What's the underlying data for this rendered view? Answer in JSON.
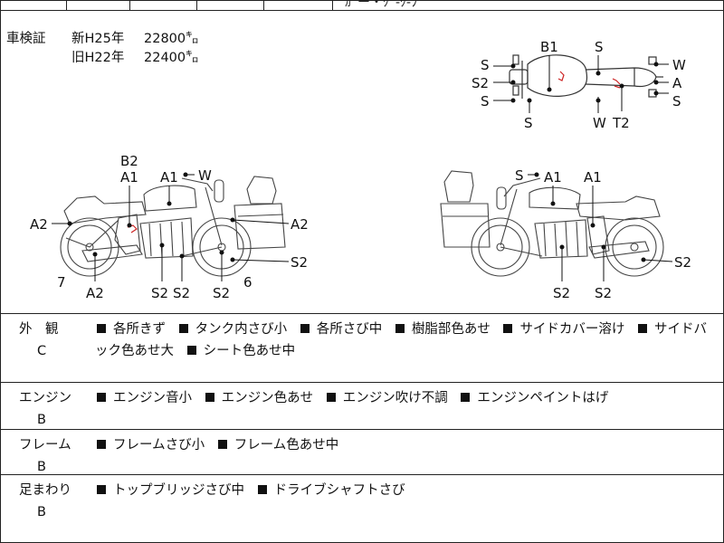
{
  "top_fragment": "ｶﾞー・ｸﾞ-ｸ-ﾌﾞ",
  "inspection": {
    "label": "車検証",
    "rows": [
      {
        "label": "車検証",
        "year": "新H25年",
        "km": "22800㌔"
      },
      {
        "label": "",
        "year": "旧H22年",
        "km": "22400㌔"
      }
    ]
  },
  "diagram_labels": {
    "top": {
      "s1": "S",
      "b1": "B1",
      "s_top": "S",
      "w_r1": "W",
      "s2": "S2",
      "a": "A",
      "s3": "S",
      "s_r3": "S",
      "s_bot": "S",
      "w_bot": "W",
      "t2": "T2"
    },
    "left": {
      "b2": "B2",
      "a1a": "A1",
      "a1b": "A1",
      "w": "W",
      "a2l": "A2",
      "a2r": "A2",
      "s2r": "S2",
      "n7": "7",
      "a2b": "A2",
      "s2a": "S2",
      "s2b": "S2",
      "s2c": "S2",
      "n6": "6"
    },
    "right": {
      "s": "S",
      "a1a": "A1",
      "a1b": "A1",
      "s2r": "S2",
      "s2a": "S2",
      "s2b": "S2"
    }
  },
  "sections": [
    {
      "category": "外　観",
      "grade": "C",
      "items": [
        "各所きず",
        "タンク内さび小",
        "各所さび中",
        "樹脂部色あせ",
        "サイドカバー溶け",
        "サイドバック色あせ大",
        "シート色あせ中"
      ]
    },
    {
      "category": "エンジン",
      "grade": "B",
      "items": [
        "エンジン音小",
        "エンジン色あせ",
        "エンジン吹け不調",
        "エンジンペイントはげ"
      ]
    },
    {
      "category": "フレーム",
      "grade": "B",
      "items": [
        "フレームさび小",
        "フレーム色あせ中"
      ]
    },
    {
      "category": "足まわり",
      "grade": "B",
      "items": [
        "トップブリッジさび中",
        "ドライブシャフトさび"
      ]
    }
  ]
}
